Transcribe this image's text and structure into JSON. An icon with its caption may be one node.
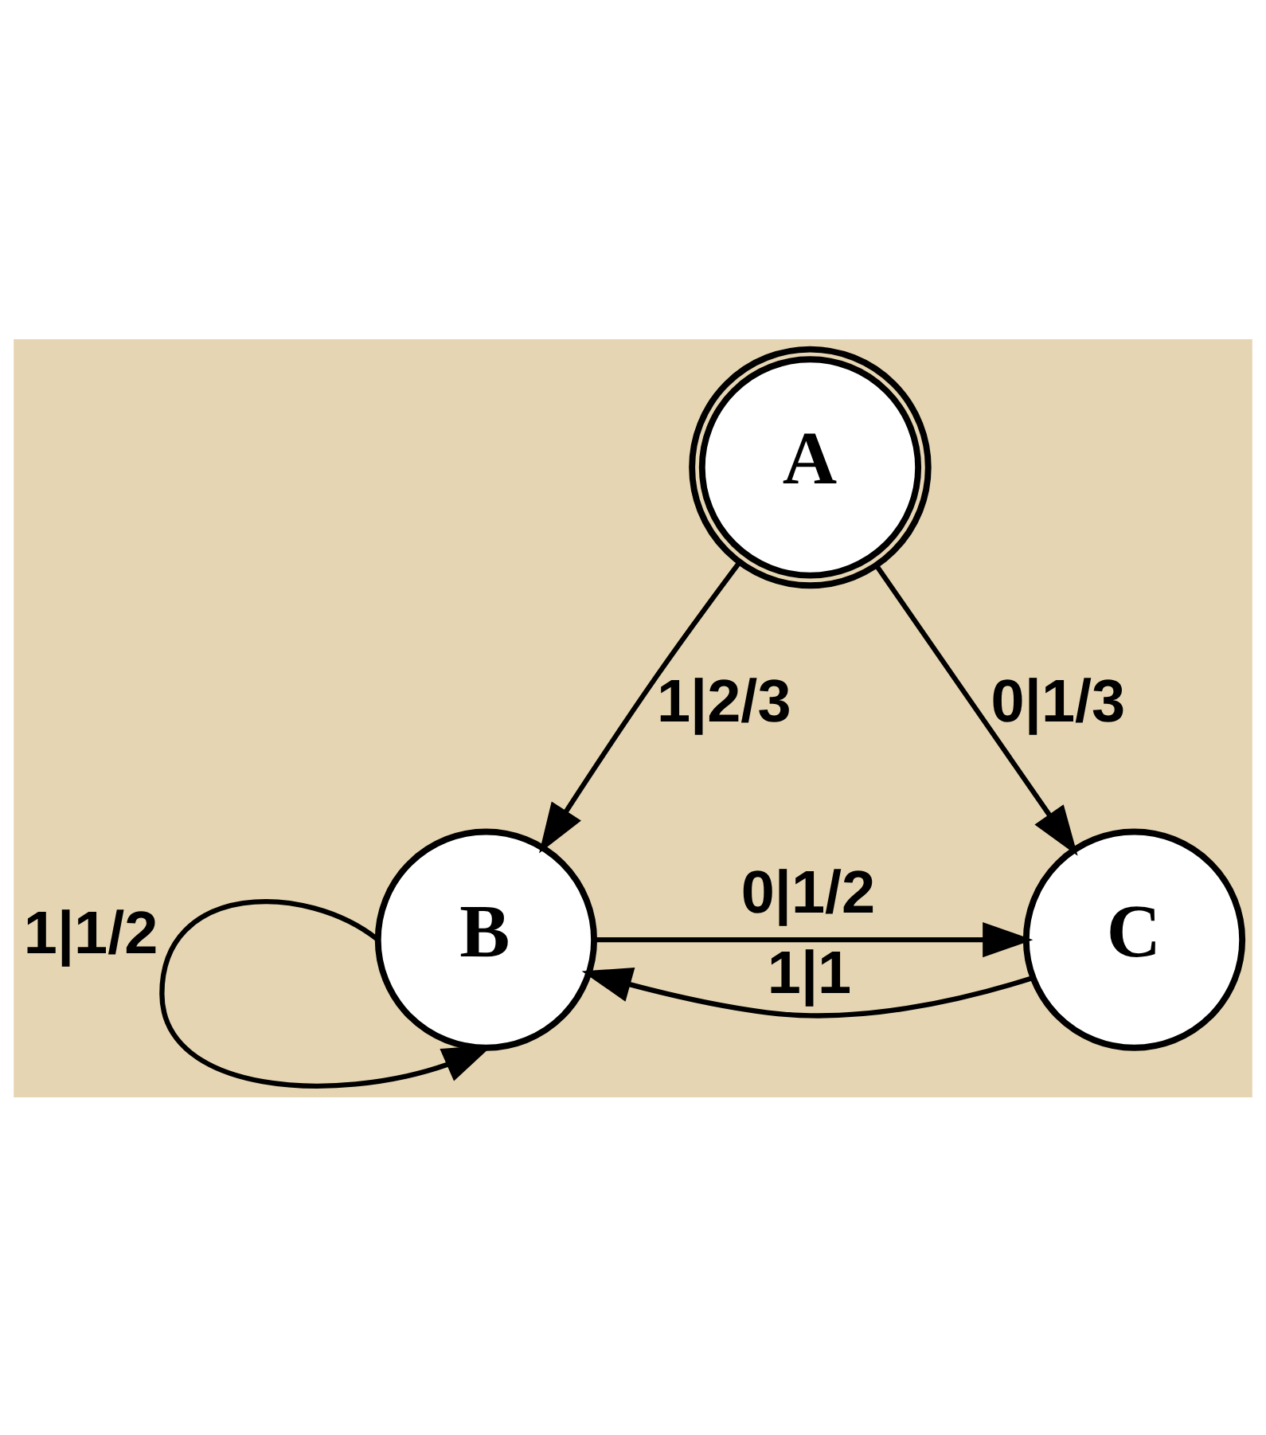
{
  "diagram": {
    "nodes": [
      {
        "text": [
          "A"
        ]
      },
      {
        "text": [
          "B"
        ]
      },
      {
        "text": [
          "C"
        ]
      }
    ],
    "edges": [
      {
        "from": 0,
        "to": 1,
        "arrow": "to",
        "label": "1|2/3"
      },
      {
        "from": 0,
        "to": 2,
        "arrow": "to",
        "label": "0|1/3"
      },
      {
        "from": 1,
        "to": 2,
        "arrow": "to",
        "label": "0|1/2"
      },
      {
        "from": 2,
        "to": 1,
        "arrow": "to",
        "label": "1|1"
      },
      {
        "from": 1,
        "to": 1,
        "arrow": "to",
        "label": "1|1/2"
      }
    ]
  }
}
